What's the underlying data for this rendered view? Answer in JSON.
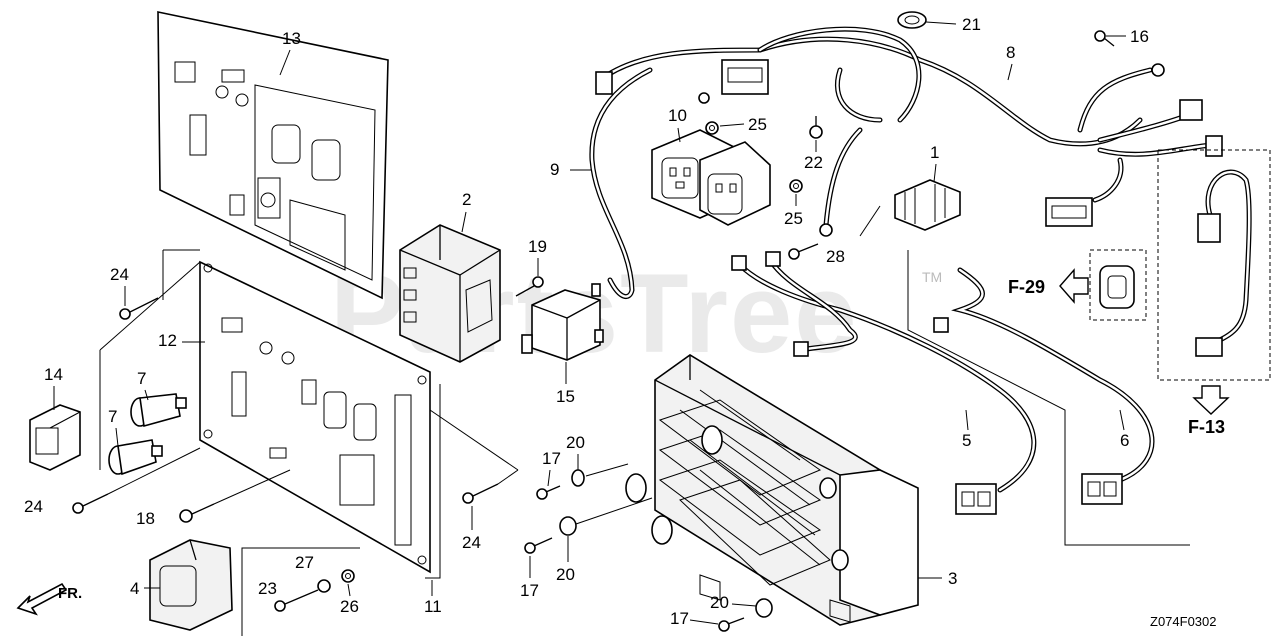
{
  "diagram": {
    "code": "Z074F0302",
    "watermark": "PartsTree",
    "watermark_tm": "TM",
    "direction_label": "FR.",
    "refs": {
      "f29": "F-29",
      "f13": "F-13"
    },
    "callouts": {
      "n1": "1",
      "n2": "2",
      "n3": "3",
      "n4": "4",
      "n5": "5",
      "n6": "6",
      "n7a": "7",
      "n7b": "7",
      "n8": "8",
      "n9": "9",
      "n10": "10",
      "n11": "11",
      "n12": "12",
      "n13": "13",
      "n14": "14",
      "n15": "15",
      "n16": "16",
      "n17a": "17",
      "n17b": "17",
      "n17c": "17",
      "n18": "18",
      "n19": "19",
      "n20a": "20",
      "n20b": "20",
      "n20c": "20",
      "n21": "21",
      "n22": "22",
      "n23": "23",
      "n24a": "24",
      "n24b": "24",
      "n24c": "24",
      "n25a": "25",
      "n25b": "25",
      "n26": "26",
      "n27": "27",
      "n28": "28"
    }
  }
}
